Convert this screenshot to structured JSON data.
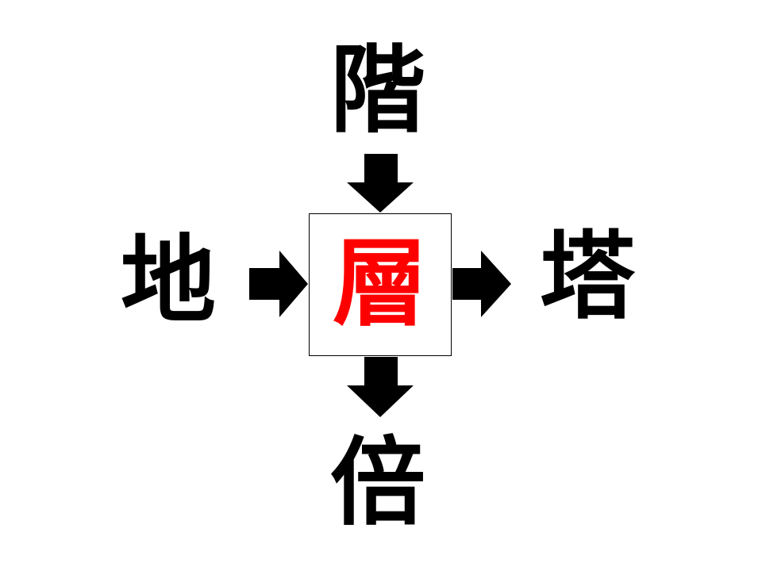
{
  "puzzle": {
    "top": "階",
    "left": "地",
    "right": "塔",
    "bottom": "倍",
    "center": "層"
  },
  "colors": {
    "arrow": "#000000",
    "answer": "#ff0000",
    "box_border": "#000000"
  },
  "icons": {
    "arrow_down": "arrow-down-icon",
    "arrow_right": "arrow-right-icon"
  }
}
